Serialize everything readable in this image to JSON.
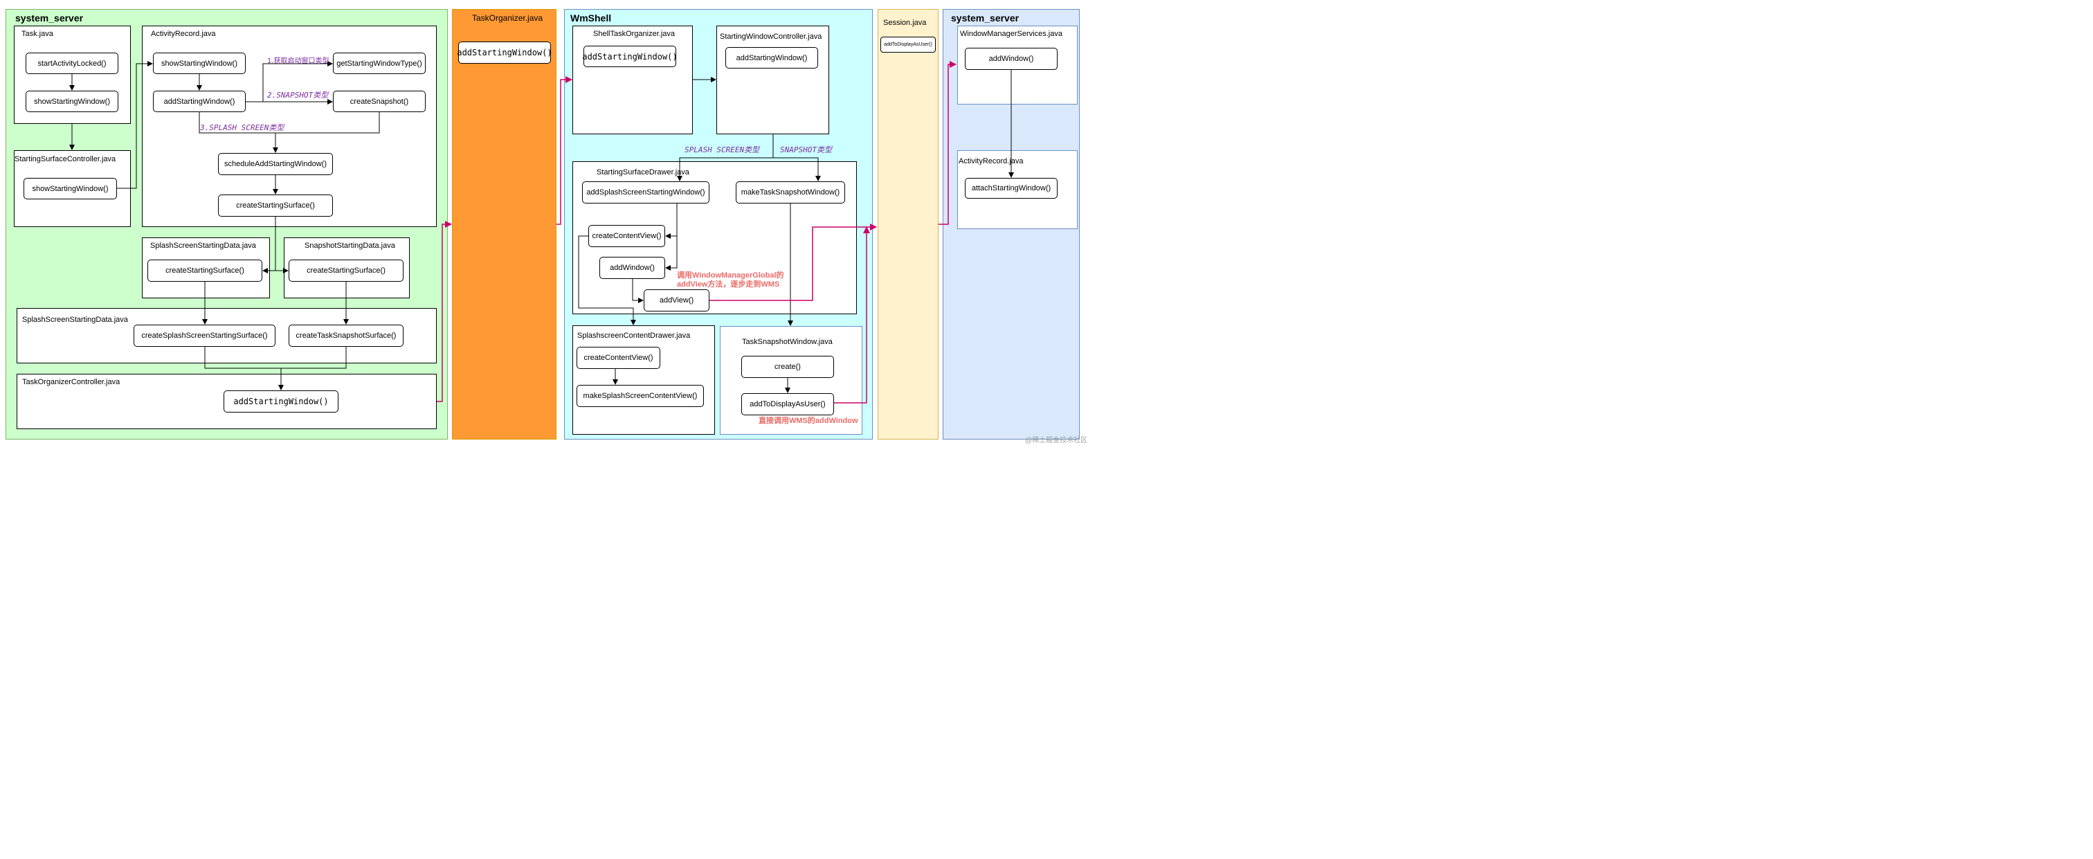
{
  "lanes": {
    "system_server_left": {
      "title": "system_server",
      "color": "#ccffcc"
    },
    "task_organizer": {
      "title": "TaskOrganizer.java",
      "color": "#ff9933"
    },
    "wmshell": {
      "title": "WmShell",
      "color": "#ccffff"
    },
    "session": {
      "title": "Session.java",
      "color": "#fff2cc"
    },
    "system_server_right": {
      "title": "system_server",
      "color": "#dae8fc"
    }
  },
  "containers": {
    "task_java": "Task.java",
    "activity_record": "ActivityRecord.java",
    "starting_surface_controller": "StartingSurfaceController.java",
    "splash_starting_data_top": "SplashScreenStartingData.java",
    "snapshot_starting_data": "SnapshotStartingData.java",
    "splash_starting_data_bottom": "SplashScreenStartingData.java",
    "task_organizer_controller": "TaskOrganizerController.java",
    "shell_task_organizer": "ShellTaskOrganizer.java",
    "starting_window_controller": "StartingWindowController.java",
    "starting_surface_drawer": "StartingSurfaceDrawer.java",
    "splashscreen_content_drawer": "SplashscreenContentDrawer.java",
    "task_snapshot_window": "TaskSnapshotWindow.java",
    "window_manager_services": "WindowManagerServices.java",
    "activity_record_right": "ActivityRecord.java"
  },
  "methods": {
    "start_activity_locked": "startActivityLocked()",
    "task_show_starting_window": "showStartingWindow()",
    "ssc_show_starting_window": "showStartingWindow()",
    "ar_show_starting_window": "showStartingWindow()",
    "add_starting_window": "addStartingWindow()",
    "get_starting_window_type": "getStartingWindowType()",
    "create_snapshot": "createSnapshot()",
    "schedule_add_starting_window": "scheduleAddStartingWindow()",
    "create_starting_surface": "createStartingSurface()",
    "splash_create_starting_surface": "createStartingSurface()",
    "snapshot_create_starting_surface": "createStartingSurface()",
    "create_splash_screen_starting_surface": "createSplashScreenStartingSurface()",
    "create_task_snapshot_surface": "createTaskSnapshotSurface()",
    "toc_add_starting_window": "addStartingWindow()",
    "to_add_starting_window": "addStartingWindow()",
    "sto_add_starting_window": "addStartingWindow()",
    "swc_add_starting_window": "addStartingWindow()",
    "add_splash_screen_starting_window": "addSplashScreenStartingWindow()",
    "make_task_snapshot_window": "makeTaskSnapshotWindow()",
    "create_content_view": "createContentView()",
    "add_window": "addWindow()",
    "add_view": "addView()",
    "scd_create_content_view": "createContentView()",
    "make_splash_screen_content_view": "makeSplashScreenContentView()",
    "tsw_create": "create()",
    "tsw_add_to_display_as_user": "addToDisplayAsUser()",
    "session_add_to_display_as_user": "addToDisplayAsUser()",
    "wms_add_window": "addWindow()",
    "attach_starting_window": "attachStartingWindow()"
  },
  "edge_labels": {
    "get_type": "1.获取启动窗口类型",
    "snapshot_type": "2.SNAPSHOT类型",
    "splash_type": "3.SPLASH SCREEN类型",
    "shell_splash": "SPLASH SCREEN类型",
    "shell_snapshot": "SNAPSHOT类型"
  },
  "notes": {
    "add_view_note_1": "调用WindowManagerGlobal的",
    "add_view_note_2": "addView方法，逐步走到WMS",
    "direct_call_note": "直接调用WMS的addWindow"
  },
  "watermark": "@稀土掘金技术社区",
  "colors": {
    "label_purple": "#7b2fa0",
    "note_red": "#ea6b66",
    "link_magenta": "#cc0066"
  }
}
